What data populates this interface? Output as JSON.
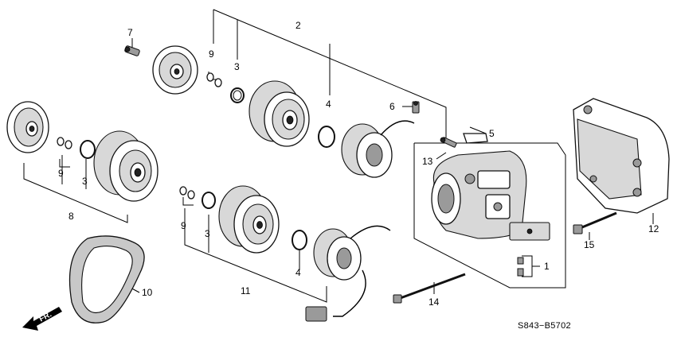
{
  "callouts": [
    {
      "id": "c1",
      "label": "1"
    },
    {
      "id": "c2",
      "label": "2"
    },
    {
      "id": "c3a",
      "label": "3"
    },
    {
      "id": "c3b",
      "label": "3"
    },
    {
      "id": "c3c",
      "label": "3"
    },
    {
      "id": "c4a",
      "label": "4"
    },
    {
      "id": "c4b",
      "label": "4"
    },
    {
      "id": "c5",
      "label": "5"
    },
    {
      "id": "c6",
      "label": "6"
    },
    {
      "id": "c7",
      "label": "7"
    },
    {
      "id": "c8",
      "label": "8"
    },
    {
      "id": "c9a",
      "label": "9"
    },
    {
      "id": "c9b",
      "label": "9"
    },
    {
      "id": "c9c",
      "label": "9"
    },
    {
      "id": "c10",
      "label": "10"
    },
    {
      "id": "c11",
      "label": "11"
    },
    {
      "id": "c12",
      "label": "12"
    },
    {
      "id": "c13",
      "label": "13"
    },
    {
      "id": "c14",
      "label": "14"
    },
    {
      "id": "c15",
      "label": "15"
    }
  ],
  "direction_arrow": {
    "label": "FR."
  },
  "diagram_code": "S843−B5702"
}
